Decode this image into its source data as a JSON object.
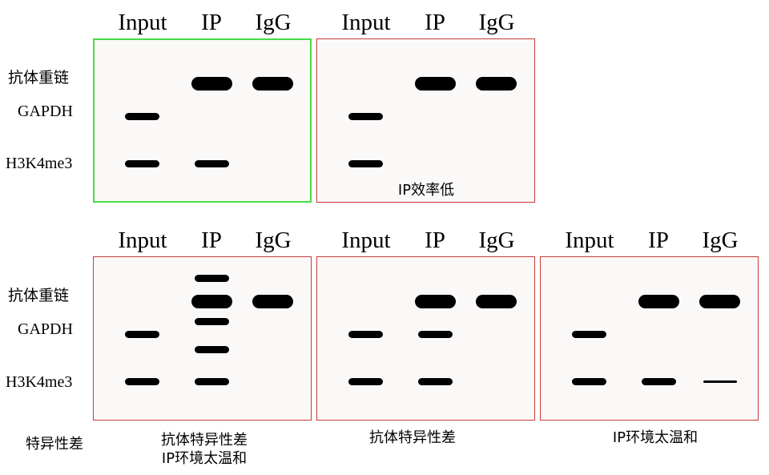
{
  "lanes": [
    "Input",
    "IP",
    "IgG"
  ],
  "row_labels": {
    "heavy_chain": "抗体重链",
    "gapdh": "GAPDH",
    "h3k4me3": "H3K4me3"
  },
  "panels": [
    {
      "id": "p1",
      "status": "correct",
      "caption_lines": []
    },
    {
      "id": "p2",
      "status": "problem",
      "caption_lines": [
        "IP效率低"
      ]
    },
    {
      "id": "p3",
      "status": "problem",
      "caption_lines": [
        "抗体特异性差",
        "IP环境太温和"
      ]
    },
    {
      "id": "p4",
      "status": "problem",
      "caption_lines": [
        "抗体特异性差"
      ]
    },
    {
      "id": "p5",
      "status": "problem",
      "caption_lines": [
        "IP环境太温和"
      ]
    }
  ],
  "row_caption": "特异性差",
  "colors": {
    "correct_border": "#44dd44",
    "problem_border": "#c83a3a",
    "panel_fill": "#fbf8f8",
    "band": "#000000"
  }
}
